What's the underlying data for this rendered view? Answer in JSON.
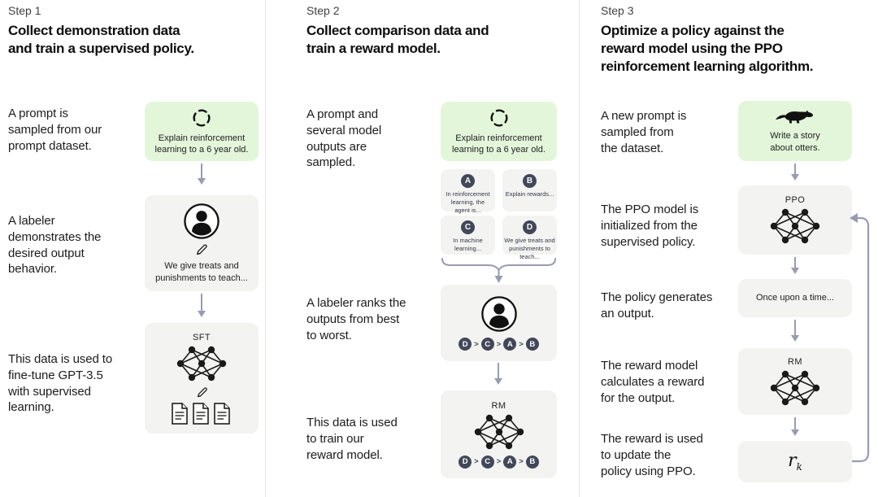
{
  "colors": {
    "green_box": "#e3f6da",
    "gray_box": "#f3f3f1",
    "badge": "#424759",
    "arrow": "#989cb1"
  },
  "steps": [
    {
      "label": "Step 1",
      "title": "Collect demonstration data\nand train a supervised policy.",
      "captions": [
        "A prompt is\nsampled from our\nprompt dataset.",
        "A labeler\ndemonstrates the\ndesired output\nbehavior.",
        "This data is used to\nfine-tune GPT-3.5\nwith supervised\nlearning."
      ],
      "prompt_box": {
        "icon": "cycle-icon",
        "text": "Explain reinforcement\nlearning to a 6 year old."
      },
      "labeler_box": {
        "icon": "labeler-icon",
        "text": "We give treats and\npunishments to teach..."
      },
      "model_box": {
        "label": "SFT",
        "icon": "network-icon"
      }
    },
    {
      "label": "Step 2",
      "title": "Collect comparison data and\ntrain a reward model.",
      "captions": [
        "A prompt and\nseveral model\noutputs are\nsampled.",
        "A labeler ranks the\noutputs from best\nto worst.",
        "This data is used\nto train our\nreward model."
      ],
      "prompt_box": {
        "icon": "cycle-icon",
        "text": "Explain reinforcement\nlearning to a 6 year old."
      },
      "outputs": [
        {
          "letter": "A",
          "text": "In reinforcement\nlearning, the\nagent is..."
        },
        {
          "letter": "B",
          "text": "Explain rewards..."
        },
        {
          "letter": "C",
          "text": "In machine\nlearning..."
        },
        {
          "letter": "D",
          "text": "We give treats and\npunishments to\nteach..."
        }
      ],
      "ranking": [
        "D",
        "C",
        "A",
        "B"
      ],
      "rank_separator": ">",
      "model_box": {
        "label": "RM",
        "icon": "network-icon"
      }
    },
    {
      "label": "Step 3",
      "title": "Optimize a policy against the\nreward model using the PPO\nreinforcement learning algorithm.",
      "captions": [
        "A new prompt is\nsampled from\nthe dataset.",
        "The PPO model is\ninitialized from the\nsupervised policy.",
        "The policy generates\nan output.",
        "The reward model\ncalculates a reward\nfor the output.",
        "The reward is used\nto update the\npolicy using PPO."
      ],
      "prompt_box": {
        "icon": "otter-icon",
        "text": "Write a story\nabout otters."
      },
      "ppo_box": {
        "label": "PPO",
        "icon": "network-icon"
      },
      "output_box": {
        "text": "Once upon a time..."
      },
      "rm_box": {
        "label": "RM",
        "icon": "network-icon"
      },
      "reward_box": {
        "symbol": "r",
        "subscript": "k"
      }
    }
  ]
}
